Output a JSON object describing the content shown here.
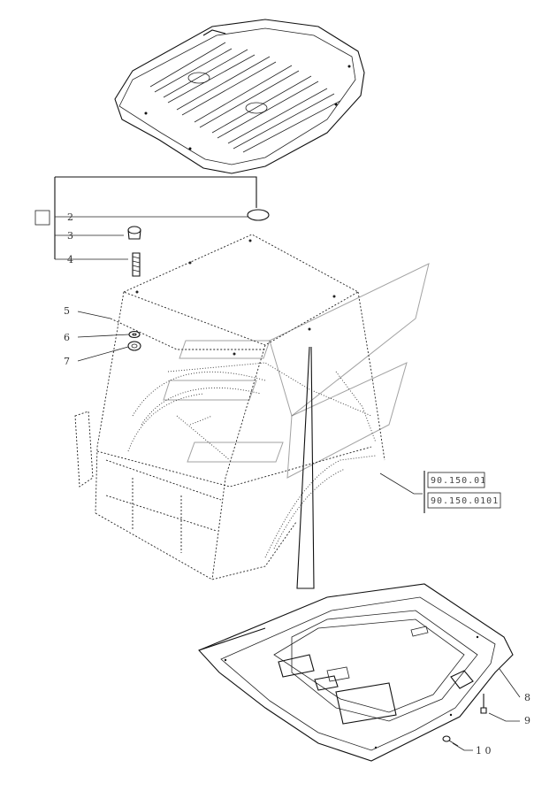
{
  "callouts": [
    {
      "id": "c2",
      "label": "2"
    },
    {
      "id": "c3",
      "label": "3"
    },
    {
      "id": "c4",
      "label": "4"
    },
    {
      "id": "c5",
      "label": "5"
    },
    {
      "id": "c6",
      "label": "6"
    },
    {
      "id": "c7",
      "label": "7"
    },
    {
      "id": "c8",
      "label": "8"
    },
    {
      "id": "c9",
      "label": "9"
    },
    {
      "id": "c10",
      "label": "1 0"
    }
  ],
  "references": {
    "ref1": "90.150.01",
    "ref2": "90.150.0101"
  }
}
